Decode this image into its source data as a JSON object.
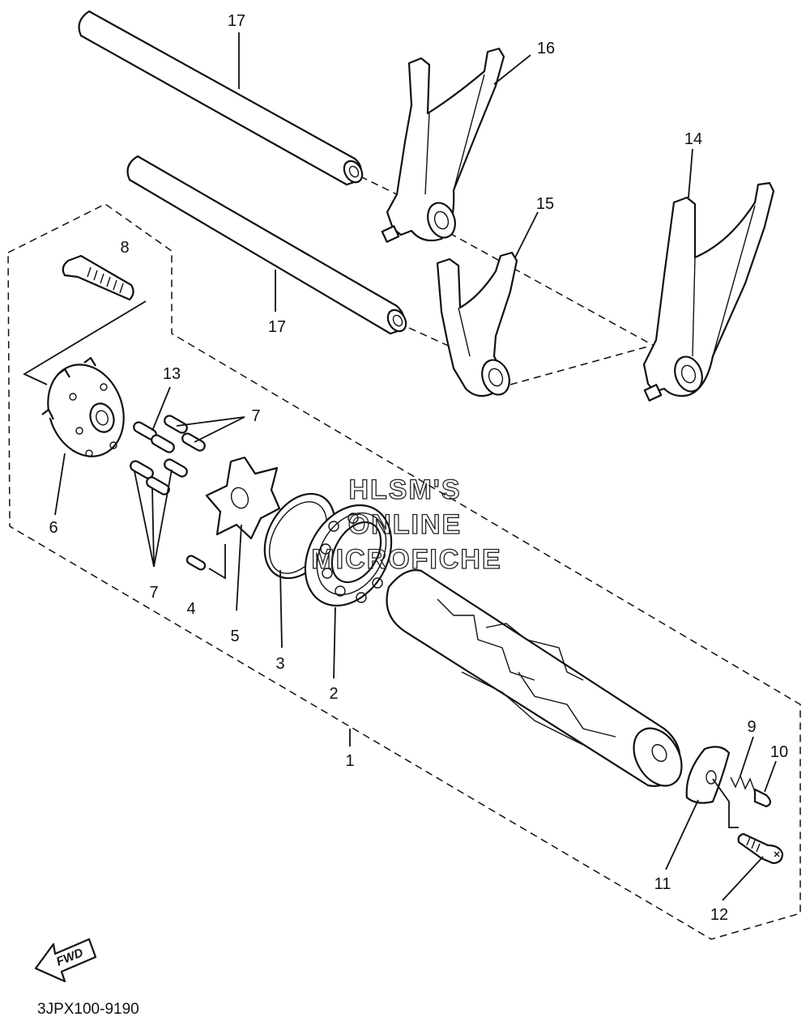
{
  "callouts": [
    {
      "id": "17-top",
      "text": "17"
    },
    {
      "id": "17-bottom",
      "text": "17"
    },
    {
      "id": "16",
      "text": "16"
    },
    {
      "id": "15",
      "text": "15"
    },
    {
      "id": "14",
      "text": "14"
    },
    {
      "id": "13",
      "text": "13"
    },
    {
      "id": "12",
      "text": "12"
    },
    {
      "id": "11",
      "text": "11"
    },
    {
      "id": "10",
      "text": "10"
    },
    {
      "id": "9",
      "text": "9"
    },
    {
      "id": "8",
      "text": "8"
    },
    {
      "id": "7-upper",
      "text": "7"
    },
    {
      "id": "7-lower",
      "text": "7"
    },
    {
      "id": "6",
      "text": "6"
    },
    {
      "id": "5",
      "text": "5"
    },
    {
      "id": "4",
      "text": "4"
    },
    {
      "id": "3",
      "text": "3"
    },
    {
      "id": "2",
      "text": "2"
    },
    {
      "id": "1",
      "text": "1"
    }
  ],
  "watermark": {
    "line1": "HLSM'S",
    "line2": "ONLINE",
    "line3": "MICROFICHE"
  },
  "fwd_label": "FWD",
  "diagram_code": "3JPX100-9190"
}
